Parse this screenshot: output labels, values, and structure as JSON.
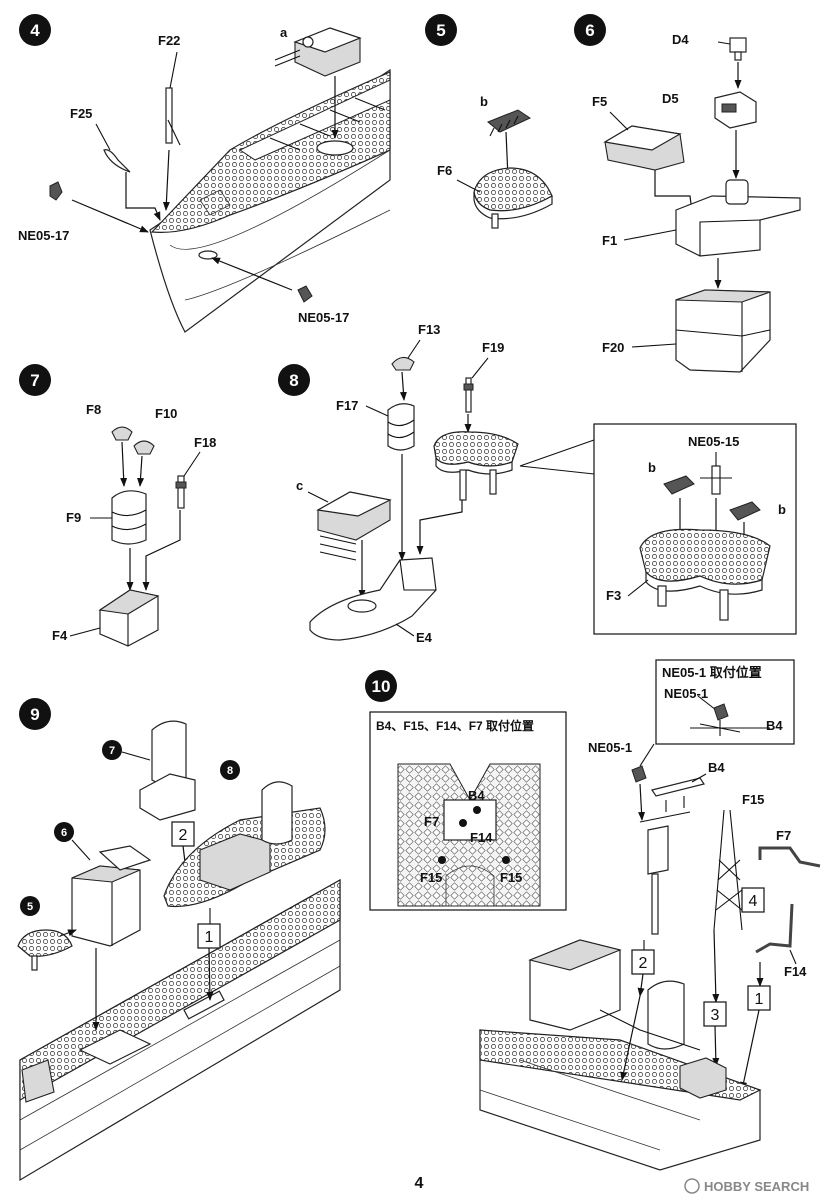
{
  "page_number": "4",
  "watermark": "HOBBY SEARCH",
  "steps": {
    "s4": {
      "number": "4",
      "labels": {
        "a": "a",
        "f22": "F22",
        "f25": "F25",
        "ne_left": "NE05-17",
        "ne_right": "NE05-17"
      }
    },
    "s5": {
      "number": "5",
      "labels": {
        "b": "b",
        "f6": "F6"
      }
    },
    "s6": {
      "number": "6",
      "labels": {
        "d4": "D4",
        "d5": "D5",
        "f5": "F5",
        "f1": "F1",
        "f20": "F20"
      }
    },
    "s7": {
      "number": "7",
      "labels": {
        "f8": "F8",
        "f10": "F10",
        "f18": "F18",
        "f9": "F9",
        "f4": "F4"
      }
    },
    "s8": {
      "number": "8",
      "labels": {
        "f13": "F13",
        "f19": "F19",
        "f17": "F17",
        "c": "c",
        "e4": "E4"
      },
      "inset": {
        "ne": "NE05-15",
        "b_left": "b",
        "b_right": "b",
        "f3": "F3"
      }
    },
    "s9": {
      "number": "9",
      "refs": {
        "r7": "7",
        "r8": "8",
        "r6": "6",
        "r5": "5"
      },
      "boxes": {
        "box1": "1",
        "box2": "2"
      }
    },
    "s10": {
      "number": "10",
      "inset_left": {
        "title": "B4、F15、F14、F7 取付位置",
        "b4": "B4",
        "f7": "F7",
        "f14": "F14",
        "f15_left": "F15",
        "f15_right": "F15"
      },
      "inset_right": {
        "title": "NE05-1 取付位置",
        "ne": "NE05-1",
        "b4": "B4"
      },
      "labels": {
        "ne": "NE05-1",
        "b4": "B4",
        "f15": "F15",
        "f7": "F7",
        "f14": "F14"
      },
      "boxes": {
        "box1": "1",
        "box2": "2",
        "box3": "3",
        "box4": "4"
      }
    }
  }
}
